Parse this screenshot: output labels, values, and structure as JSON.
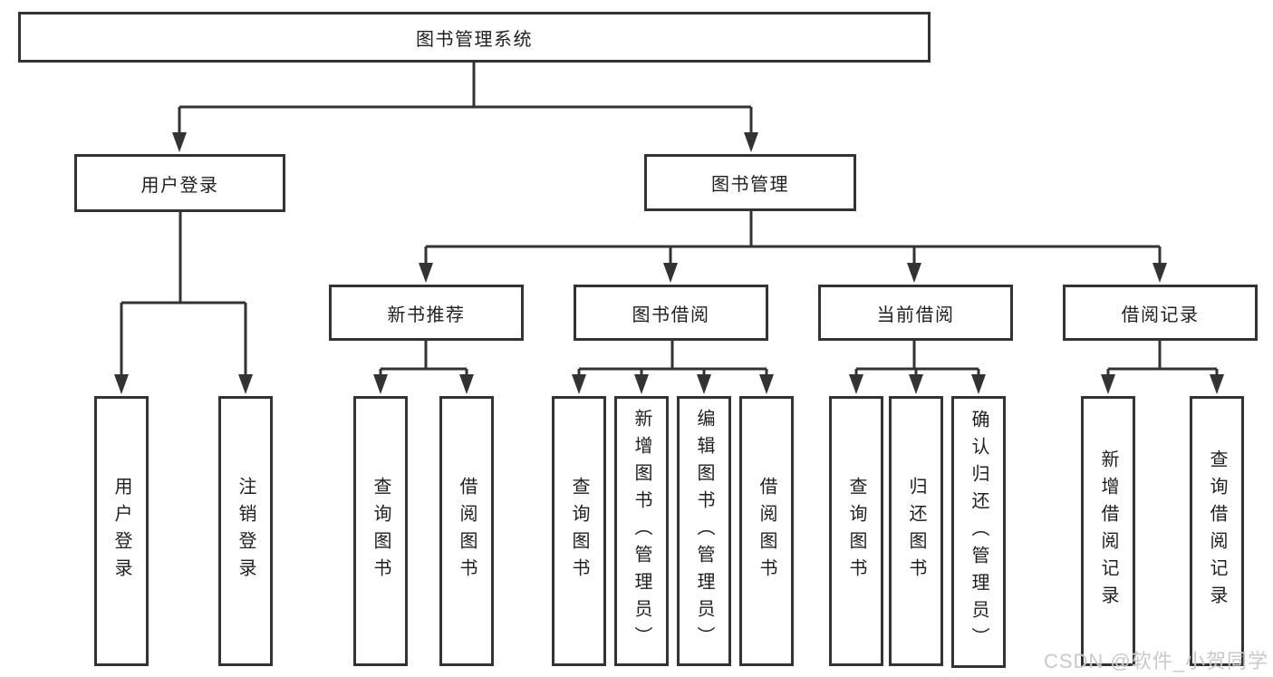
{
  "diagram": {
    "root": {
      "label": "图书管理系统"
    },
    "branches": [
      {
        "label": "用户登录",
        "children": [
          {
            "label": "用户登录"
          },
          {
            "label": "注销登录"
          }
        ]
      },
      {
        "label": "图书管理",
        "children": [
          {
            "label": "新书推荐",
            "children": [
              {
                "label": "查询图书"
              },
              {
                "label": "借阅图书"
              }
            ]
          },
          {
            "label": "图书借阅",
            "children": [
              {
                "label": "查询图书"
              },
              {
                "label": "新增图书（管理员）"
              },
              {
                "label": "编辑图书（管理员）"
              },
              {
                "label": "借阅图书"
              }
            ]
          },
          {
            "label": "当前借阅",
            "children": [
              {
                "label": "查询图书"
              },
              {
                "label": "归还图书"
              },
              {
                "label": "确认归还（管理员）"
              }
            ]
          },
          {
            "label": "借阅记录",
            "children": [
              {
                "label": "新增借阅记录"
              },
              {
                "label": "查询借阅记录"
              }
            ]
          }
        ]
      }
    ],
    "watermark": "CSDN @软件_小贺同学",
    "colors": {
      "line": "#333333",
      "border": "#333333",
      "text": "#1f1f1f",
      "watermark": "#c6c6c6",
      "background": "#ffffff"
    }
  }
}
